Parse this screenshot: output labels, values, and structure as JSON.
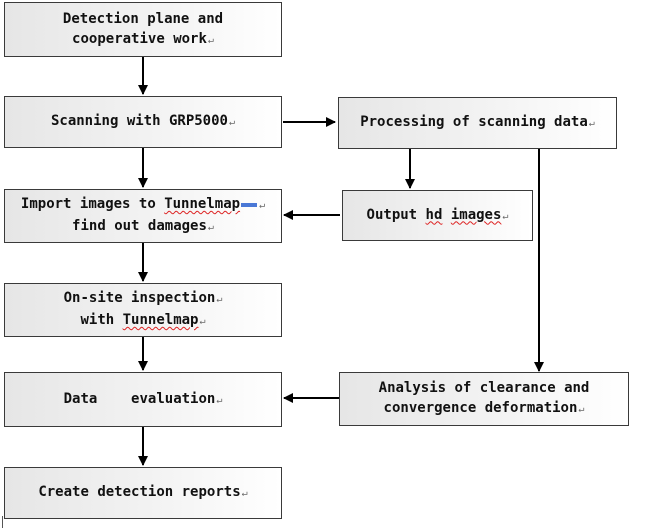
{
  "nodes": {
    "detection_plane": {
      "lines": [
        "Detection plane and",
        "cooperative work"
      ]
    },
    "scanning": {
      "lines": [
        "Scanning with GRP5000"
      ]
    },
    "processing": {
      "lines": [
        "Processing of scanning data"
      ]
    },
    "import_images": {
      "line1_pre": "Import images to ",
      "line1_link": "Tunnelmap",
      "line2": "find out damages"
    },
    "output_hd": {
      "pre": "Output ",
      "hd": "hd",
      "sp": " ",
      "images": "images"
    },
    "onsite": {
      "line1": "On-site inspection",
      "line2_pre": "with ",
      "line2_link": "Tunnelmap"
    },
    "data_evaluation": {
      "lines": [
        "Data    evaluation"
      ]
    },
    "analysis": {
      "lines": [
        "Analysis of clearance and",
        "convergence deformation"
      ]
    },
    "create_reports": {
      "lines": [
        "Create detection reports"
      ]
    }
  },
  "paragraph_mark": "↵",
  "colors": {
    "border": "#3a3a3a",
    "arrow": "#000000",
    "fill_left": "#e6e6e6",
    "fill_right": "#ffffff",
    "spell_underline": "#dd2222",
    "selection": "#4a78d6"
  }
}
